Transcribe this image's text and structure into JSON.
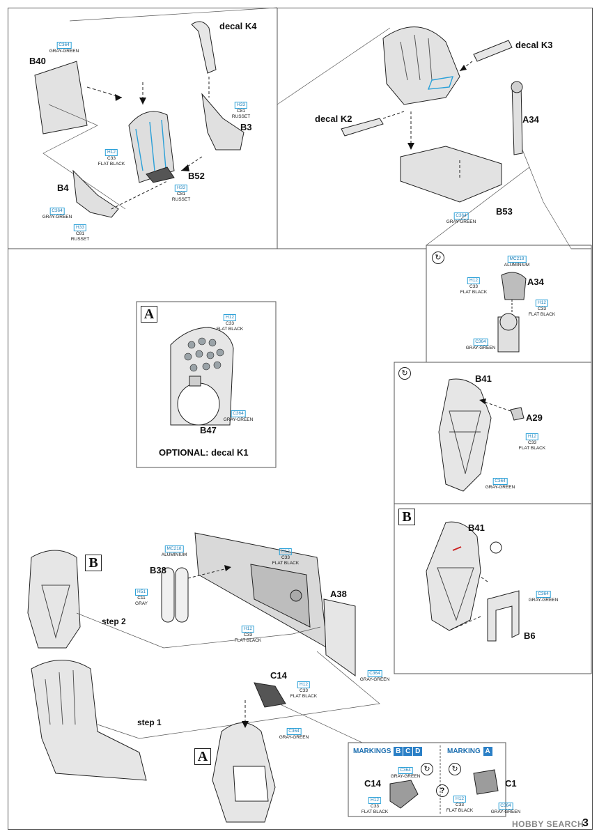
{
  "parts": {
    "B40": "B40",
    "decal_K4": "decal K4",
    "B3": "B3",
    "B52": "B52",
    "B4": "B4",
    "decal_K3": "decal K3",
    "decal_K2": "decal K2",
    "A34": "A34",
    "B53": "B53",
    "A34b": "A34",
    "B41a": "B41",
    "A29": "A29",
    "B41b": "B41",
    "B6": "B6",
    "B47": "B47",
    "B38": "B38",
    "A38": "A38",
    "C14a": "C14",
    "C14b": "C14",
    "C1": "C1"
  },
  "paints": {
    "c364_gray_green": {
      "code": "C364",
      "name": "GRAY-GREEN"
    },
    "h33_c81_russet": {
      "code": "H33",
      "code2": "C81",
      "name": "RUSSET"
    },
    "h12_c33_flat_black": {
      "code": "H12",
      "code2": "C33",
      "name": "FLAT BLACK"
    },
    "mc218_aluminium": {
      "code": "MC218",
      "name": "ALUMINIUM"
    },
    "h51_c11_gray": {
      "code": "H51",
      "code2": "C11",
      "name": "GRAY"
    }
  },
  "box_letters": {
    "A": "A",
    "B": "B"
  },
  "optional_text": "OPTIONAL: decal K1",
  "steps": {
    "step1": "step 1",
    "step2": "step 2"
  },
  "markings": {
    "left_label": "MARKINGS",
    "left_letters": [
      "B",
      "C",
      "D"
    ],
    "right_label": "MARKING",
    "right_letter": "A",
    "question": "?"
  },
  "icons": {
    "refresh": "↻"
  },
  "watermark": "HOBBY SEARCH",
  "page_number": "3",
  "colors": {
    "paint_code_border": "#2aa0d8",
    "marking_blue": "#2a7fc6",
    "part_gray": "#d9d9d9"
  }
}
